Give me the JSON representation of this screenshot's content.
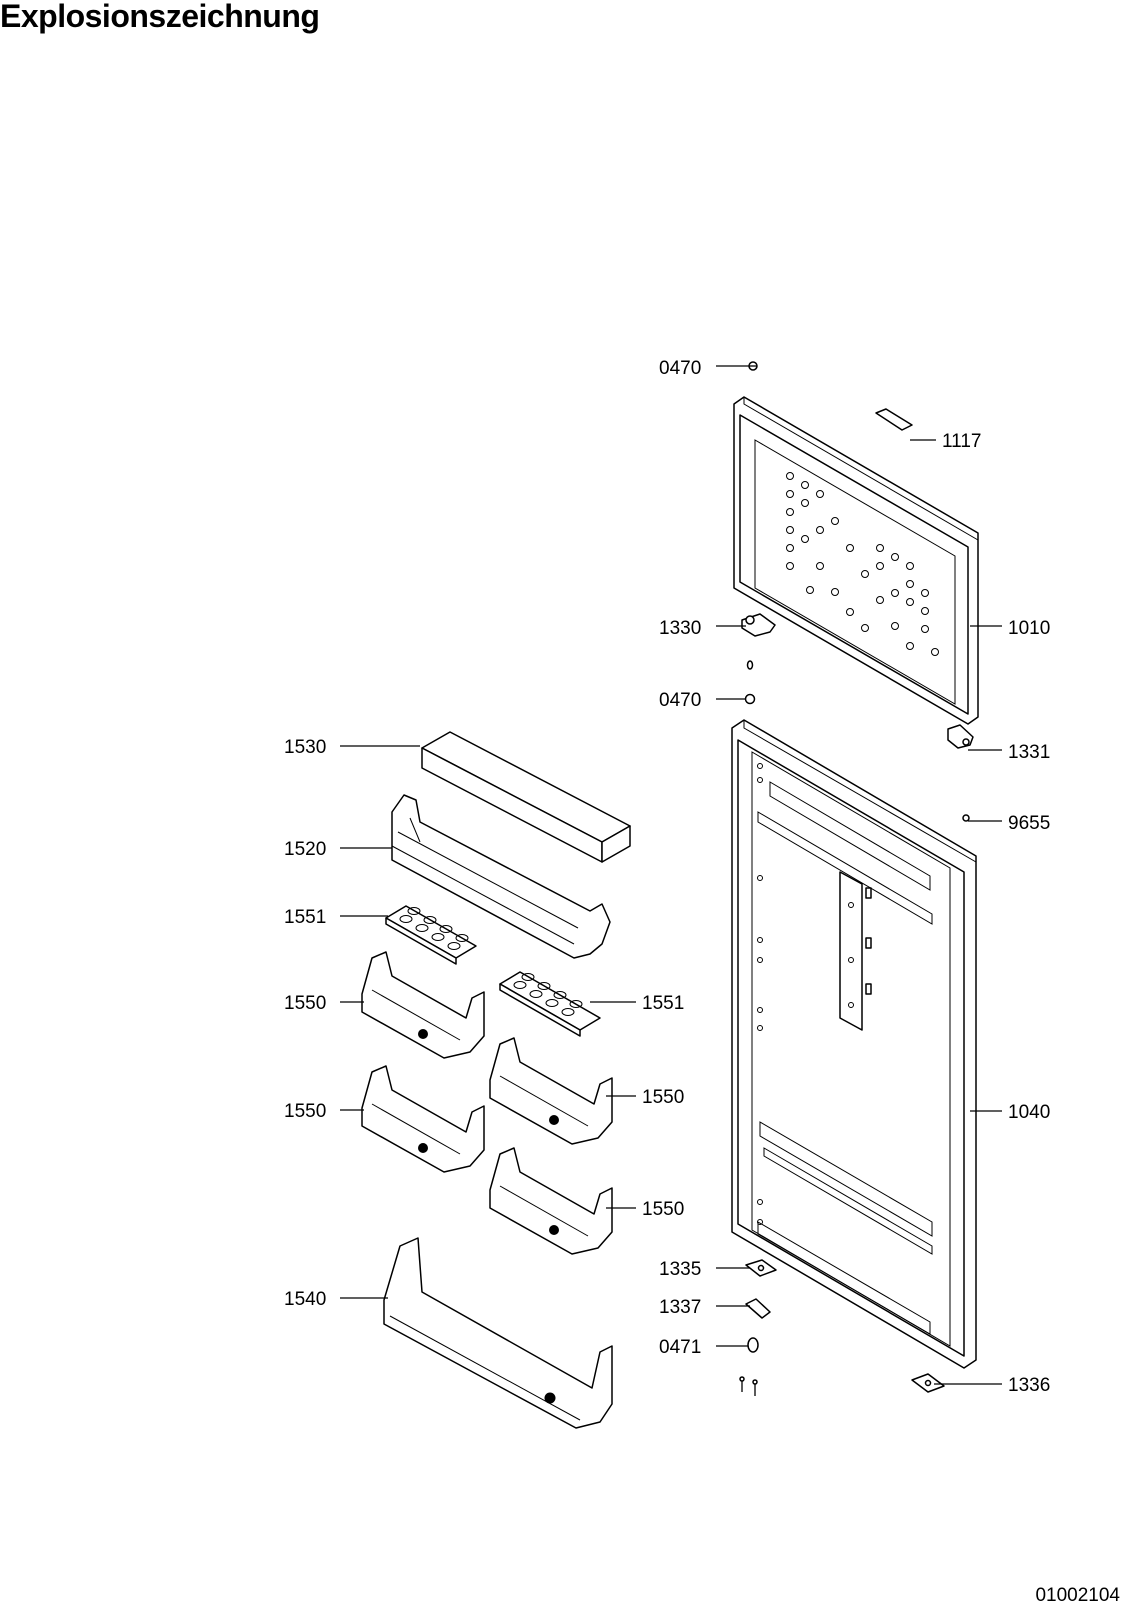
{
  "header": {
    "title": "Explosionszeichnung"
  },
  "footer": {
    "document_number": "01002104"
  },
  "callouts": {
    "c0470_top": "0470",
    "c1117": "1117",
    "c1330": "1330",
    "c1010": "1010",
    "c0470_mid": "0470",
    "c1331": "1331",
    "c1530": "1530",
    "c9655": "9655",
    "c1520": "1520",
    "c1551_left": "1551",
    "c1550_a": "1550",
    "c1551_right": "1551",
    "c1550_b": "1550",
    "c1550_c": "1550",
    "c1040": "1040",
    "c1550_d": "1550",
    "c1335": "1335",
    "c1540": "1540",
    "c1337": "1337",
    "c0471": "0471",
    "c1336": "1336"
  }
}
